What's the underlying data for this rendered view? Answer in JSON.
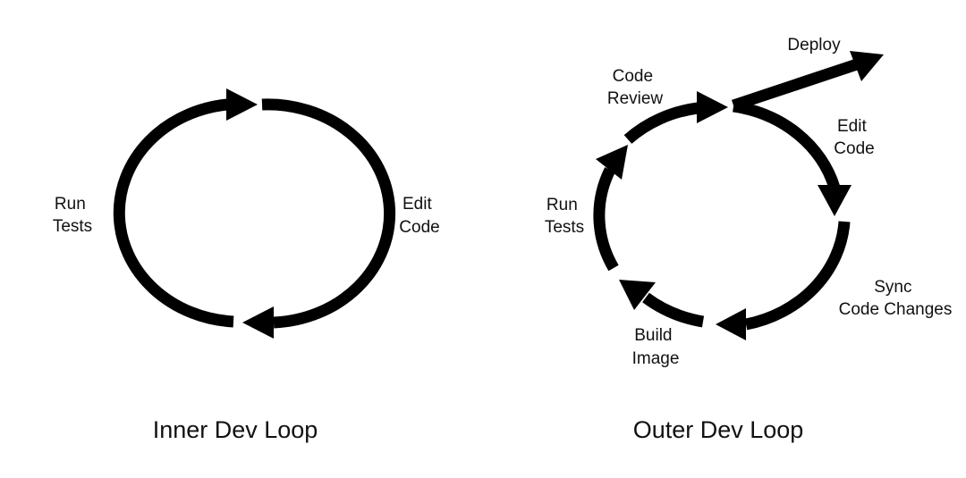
{
  "colors": {
    "stroke": "#000000",
    "text": "#111111",
    "background": "#ffffff"
  },
  "inner_loop": {
    "title": "Inner Dev Loop",
    "steps": [
      {
        "label_lines": [
          "Edit",
          "Code"
        ]
      },
      {
        "label_lines": [
          "Run",
          "Tests"
        ]
      }
    ]
  },
  "outer_loop": {
    "title": "Outer Dev Loop",
    "steps": [
      {
        "label_lines": [
          "Edit",
          "Code"
        ]
      },
      {
        "label_lines": [
          "Sync",
          "Code Changes"
        ]
      },
      {
        "label_lines": [
          "Build",
          "Image"
        ]
      },
      {
        "label_lines": [
          "Run",
          "Tests"
        ]
      },
      {
        "label_lines": [
          "Code",
          "Review"
        ]
      }
    ],
    "exit": {
      "label": "Deploy"
    }
  }
}
